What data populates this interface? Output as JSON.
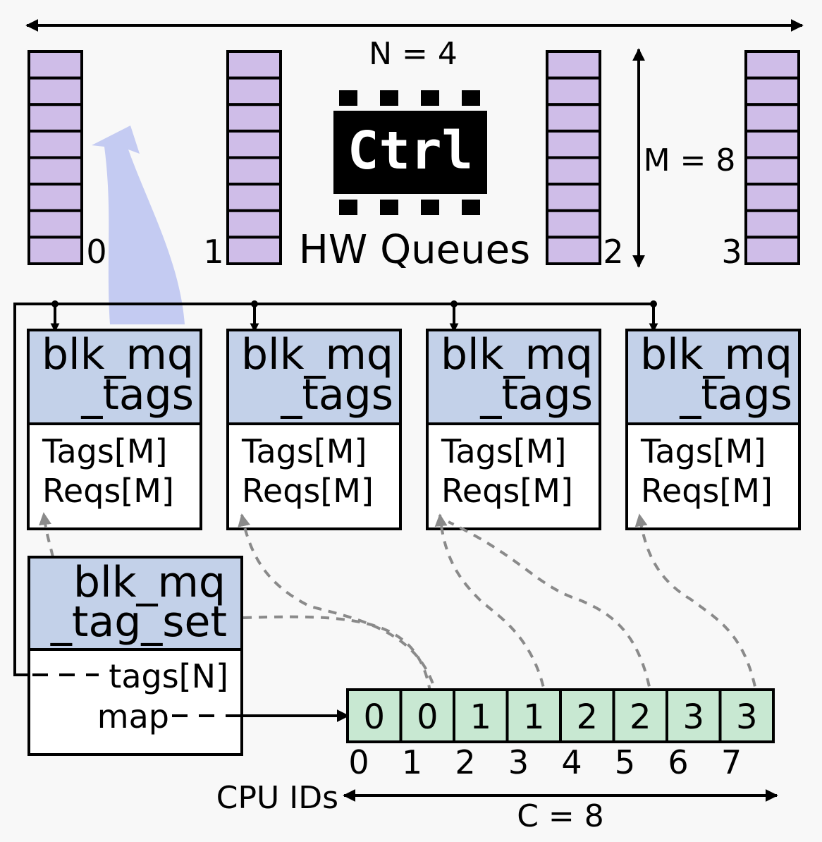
{
  "labels": {
    "n_equals": "N = 4",
    "m_equals": "M = 8",
    "c_equals": "C = 8",
    "hw_queues": "HW Queues",
    "cpu_ids": "CPU IDs"
  },
  "controller": {
    "label": "Ctrl"
  },
  "hw_queues": [
    {
      "id": "0"
    },
    {
      "id": "1"
    },
    {
      "id": "2"
    },
    {
      "id": "3"
    }
  ],
  "queue_depth": 8,
  "tags_boxes": [
    {
      "title_line1": "blk_mq",
      "title_line2": "_tags",
      "field1": "Tags[M]",
      "field2": "Reqs[M]"
    },
    {
      "title_line1": "blk_mq",
      "title_line2": "_tags",
      "field1": "Tags[M]",
      "field2": "Reqs[M]"
    },
    {
      "title_line1": "blk_mq",
      "title_line2": "_tags",
      "field1": "Tags[M]",
      "field2": "Reqs[M]"
    },
    {
      "title_line1": "blk_mq",
      "title_line2": "_tags",
      "field1": "Tags[M]",
      "field2": "Reqs[M]"
    }
  ],
  "tag_set": {
    "title_line1": "blk_mq",
    "title_line2": "_tag_set",
    "field_tags": "tags[N]",
    "field_map": "map"
  },
  "cpu_map": {
    "values": [
      "0",
      "0",
      "1",
      "1",
      "2",
      "2",
      "3",
      "3"
    ],
    "cpu_ids": [
      "0",
      "1",
      "2",
      "3",
      "4",
      "5",
      "6",
      "7"
    ]
  },
  "colors": {
    "queue_slot": "#cfbde8",
    "struct_header": "#c3d1e9",
    "map_cell": "#c8e8d2",
    "highlight_arrow": "#b6bff0"
  }
}
